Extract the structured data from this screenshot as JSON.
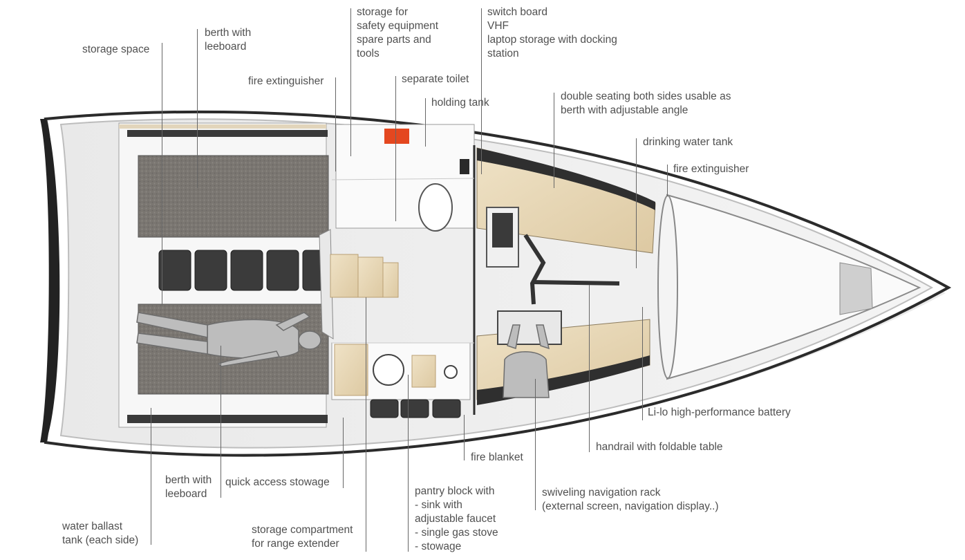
{
  "callouts": {
    "storage_space": [
      "storage space"
    ],
    "berth_top": [
      "berth with",
      "leeboard"
    ],
    "fire_extinguisher_aft": [
      "fire extinguisher"
    ],
    "storage_safety": [
      "storage for",
      "safety equipment",
      "spare parts and",
      "tools"
    ],
    "separate_toilet": [
      "separate toilet"
    ],
    "holding_tank": [
      "holding tank"
    ],
    "switch_board": [
      "switch board",
      "VHF",
      "laptop storage with docking",
      "station"
    ],
    "double_seating": [
      "double seating both sides usable as",
      "berth with adjustable angle"
    ],
    "drinking_water": [
      "drinking water tank"
    ],
    "fire_extinguisher_fwd": [
      "fire extinguisher"
    ],
    "battery": [
      "Li-lo high-performance battery"
    ],
    "handrail": [
      "handrail with foldable table"
    ],
    "fire_blanket": [
      "fire blanket"
    ],
    "nav_rack": [
      "swiveling navigation rack",
      "(external screen, navigation display..)"
    ],
    "pantry": [
      "pantry block with",
      "- sink with",
      "adjustable faucet",
      "- single gas stove",
      "- stowage"
    ],
    "range_extender": [
      "storage compartment",
      "for range extender"
    ],
    "quick_access": [
      "quick access stowage"
    ],
    "berth_bottom": [
      "berth with",
      "leeboard"
    ],
    "water_ballast": [
      "water ballast",
      "tank (each side)"
    ]
  }
}
